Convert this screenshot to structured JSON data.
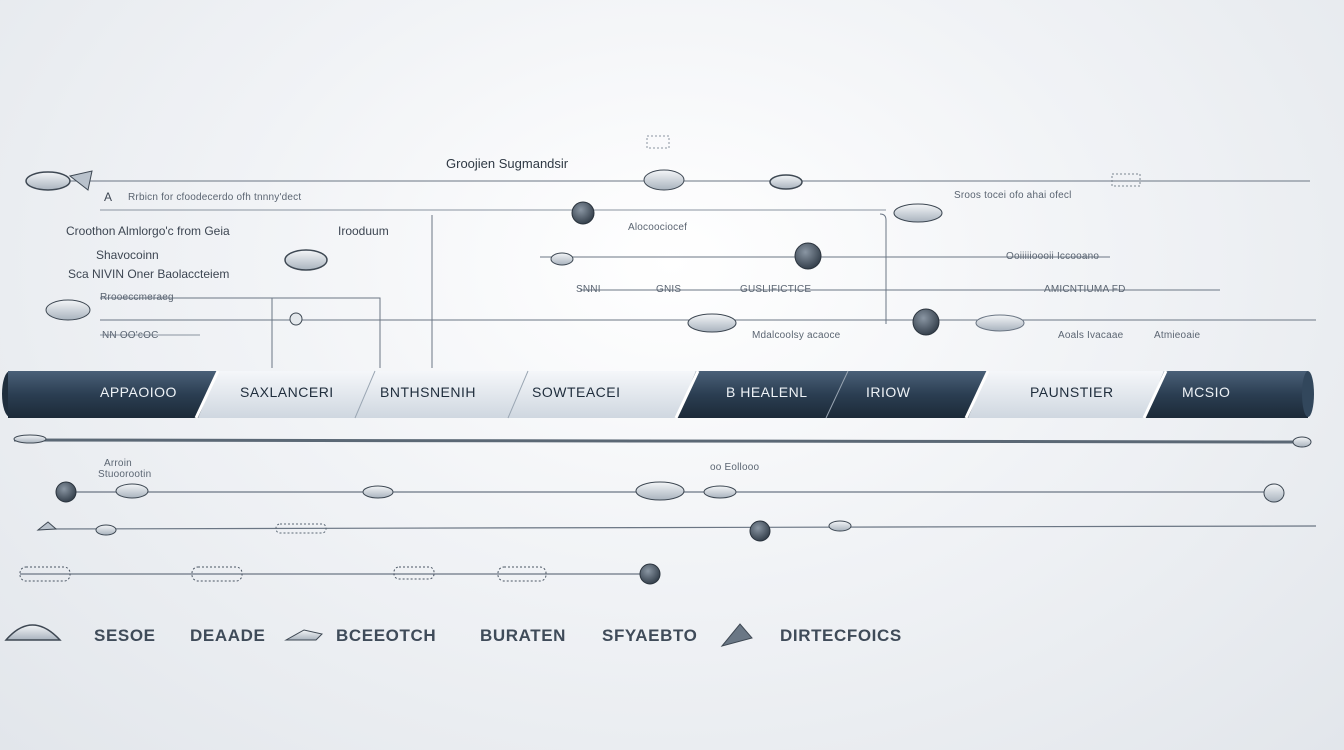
{
  "labels": {
    "top_title": "Groojien Sugmandsir",
    "row1_left": "Rrbicn  for  cfoodecerdo ofh  tnnny'dect",
    "row1_right": "Sroos tocei  ofo ahai ofecl",
    "row1_marker": "A",
    "left_a": "Croothon Almlorgo'c from Geia",
    "left_b": "Shavocoinn",
    "left_c": "Sca NIVIN Oner Baolaccteiem",
    "left_d": "Rrooeccmeraeg",
    "left_e": "NN  OO'cOC",
    "mid_a": "Irooduum",
    "mid_b": "Alocoociocef",
    "mid_c1": "SNNI",
    "mid_c2": "GNIS",
    "mid_c3": "GUSLIFICTICE",
    "mid_d": "Mdalcoolsy acaoce",
    "right_a": "Ooiiiiioooii  Iccooano",
    "right_b": "AMICNTIUMA FD",
    "right_c1": "Aoals Ivacaae",
    "right_c2": "Atmieoaie",
    "lower_a1": "Arroin",
    "lower_a2": "Stuoorootin",
    "lower_b": "oo Eollooo"
  },
  "band": {
    "segments": [
      {
        "label": "APPAOIOO"
      },
      {
        "label": "SAXLANCERI"
      },
      {
        "label": "BNTHSNENIH"
      },
      {
        "label": "SOWTEACEI"
      },
      {
        "label": "B HEALENL"
      },
      {
        "label": "IRIOW"
      },
      {
        "label": "PAUNSTIER"
      },
      {
        "label": "MCSIO"
      }
    ]
  },
  "bottom": {
    "items": [
      "SESOE",
      "DEAADE",
      "BCEEOTCH",
      "BURATEN",
      "SFYAEBTO",
      "DIRTECFOICS"
    ]
  },
  "colors": {
    "band_dark": "#27394d",
    "band_light": "#dfe5ec",
    "line": "#5f6b78",
    "node": "#3d4753"
  }
}
